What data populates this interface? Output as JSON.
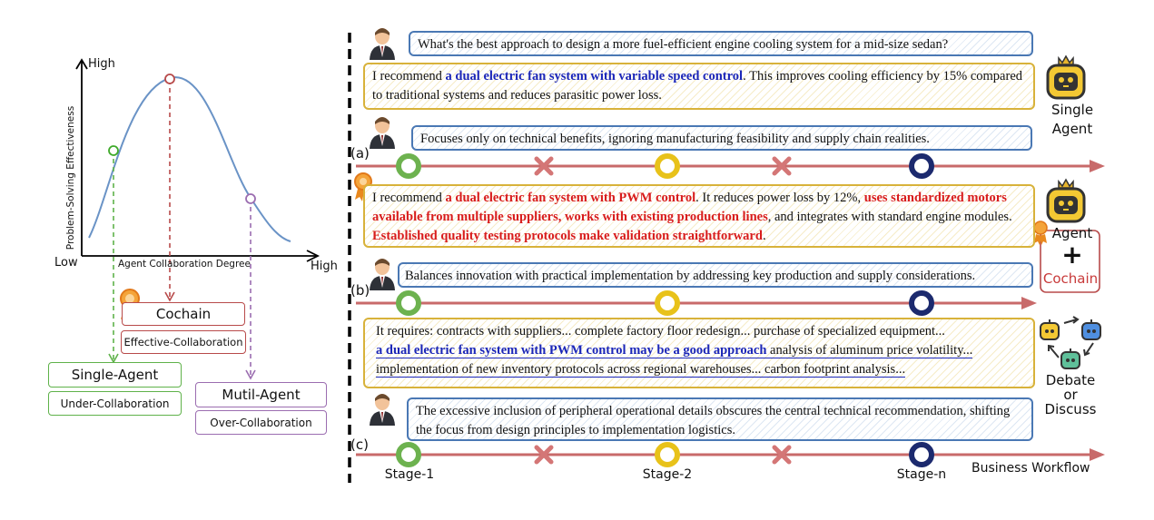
{
  "left_chart": {
    "y_axis_label": "Problem-Solving Effectiveness",
    "y_high": "High",
    "x_axis_label": "Agent Collaboration Degree",
    "x_low": "Low",
    "x_high": "High",
    "boxes": {
      "cochain": "Cochain",
      "cochain_sub": "Effective-Collaboration",
      "single": "Single-Agent",
      "single_sub": "Under-Collaboration",
      "multi": "Mutil-Agent",
      "multi_sub": "Over-Collaboration"
    },
    "colors": {
      "single": "#5fb24a",
      "cochain": "#b84a4a",
      "multi": "#9b6db0",
      "curve": "#6a93c6"
    }
  },
  "panel_a": {
    "label": "(a)",
    "question": "What's the best approach to design a more fuel-efficient engine cooling system for a mid-size sedan?",
    "answer_pre": "I recommend ",
    "answer_hl": "a dual electric fan system with variable speed control",
    "answer_post": ". This improves cooling efficiency by 15% compared to traditional systems and reduces parasitic power loss.",
    "feedback": "Focuses only on technical benefits, ignoring manufacturing feasibility and supply chain realities.",
    "side_label_1": "Single",
    "side_label_2": "Agent"
  },
  "panel_b": {
    "label": "(b)",
    "answer_1": "I recommend ",
    "answer_2": "a dual electric fan system with PWM control",
    "answer_3": ". It reduces power loss by 12%, ",
    "answer_4": "uses standardized motors available from multiple suppliers, works with existing production lines",
    "answer_5": ", and integrates with standard engine modules. ",
    "answer_6": "Established quality testing protocols make validation straightforward",
    "answer_7": ".",
    "feedback": "Balances innovation with practical implementation by addressing key production and supply considerations.",
    "side_label_1": "Agent",
    "side_plus": "+",
    "side_label_2": "Cochain"
  },
  "panel_c": {
    "label": "(c)",
    "line1": "It requires: contracts with suppliers... complete factory floor redesign... purchase of specialized equipment...",
    "line2_hl": "a dual electric fan system with PWM control may be a good approach",
    "line2_rest": " analysis of aluminum price volatility...",
    "line3": "implementation of new inventory protocols across regional warehouses... carbon footprint analysis...",
    "feedback": "The excessive inclusion of peripheral operational details obscures the central technical recommendation, shifting the focus from design principles to implementation logistics.",
    "side_label_1": "Debate",
    "side_label_2": "or",
    "side_label_3": "Discuss"
  },
  "workflow": {
    "stage1": "Stage-1",
    "stage2": "Stage-2",
    "stagen": "Stage-n",
    "caption": "Business Workflow",
    "colors": {
      "arrow": "#c86a6a",
      "stage1": "#6db24f",
      "stage2": "#e8c21a",
      "stagen": "#1c2a6e",
      "cross": "#d47676"
    }
  }
}
